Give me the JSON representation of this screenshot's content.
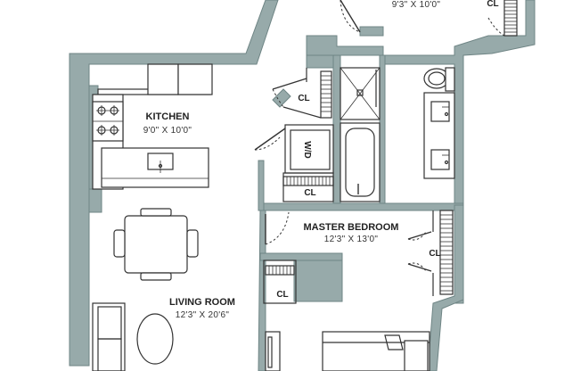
{
  "rooms": {
    "kitchen": {
      "name": "KITCHEN",
      "dims": "9'0\" X 10'0\""
    },
    "master_bedroom": {
      "name": "MASTER BEDROOM",
      "dims": "12'3\" X 13'0\""
    },
    "living_room": {
      "name": "LIVING ROOM",
      "dims": "12'3\" X 20'6\""
    },
    "top_room": {
      "dims": "9'3\" X 10'0\""
    }
  },
  "closets": {
    "hall": "CL",
    "hall_lower": "CL",
    "top_right": "CL",
    "bedroom_right": "CL",
    "bedroom_left": "CL"
  },
  "washer_dryer": "W/D",
  "colors": {
    "wall": "#97aaaa",
    "line": "#333333",
    "background": "#ffffff"
  }
}
